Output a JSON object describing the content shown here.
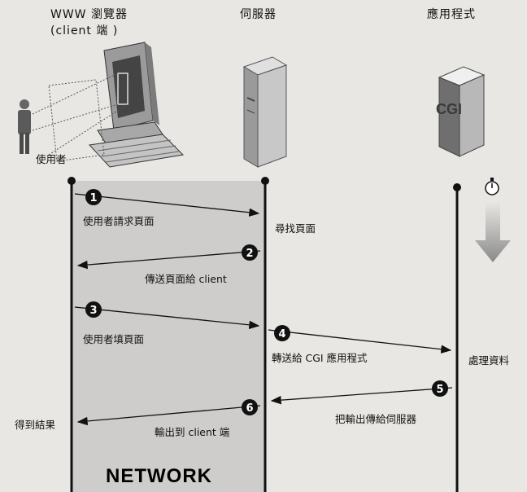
{
  "headers": {
    "browser_line1": "WWW 瀏覽器",
    "browser_line2": "(client 端 )",
    "server": "伺服器",
    "app": "應用程式"
  },
  "user_label": "使用者",
  "network_label": "NETWORK",
  "cgi_label": "CGI",
  "steps": {
    "s1": {
      "num": "1",
      "text": "使用者請求頁面"
    },
    "find_page": "尋找頁面",
    "s2": {
      "num": "2",
      "text": "傳送頁面給 client"
    },
    "s3": {
      "num": "3",
      "text": "使用者填頁面"
    },
    "s4": {
      "num": "4",
      "text": "轉送給 CGI 應用程式"
    },
    "process": "處理資料",
    "s5": {
      "num": "5",
      "text": "把輸出傳給伺服器"
    },
    "s6": {
      "num": "6",
      "text": "輸出到 client 端"
    },
    "result": "得到結果"
  }
}
